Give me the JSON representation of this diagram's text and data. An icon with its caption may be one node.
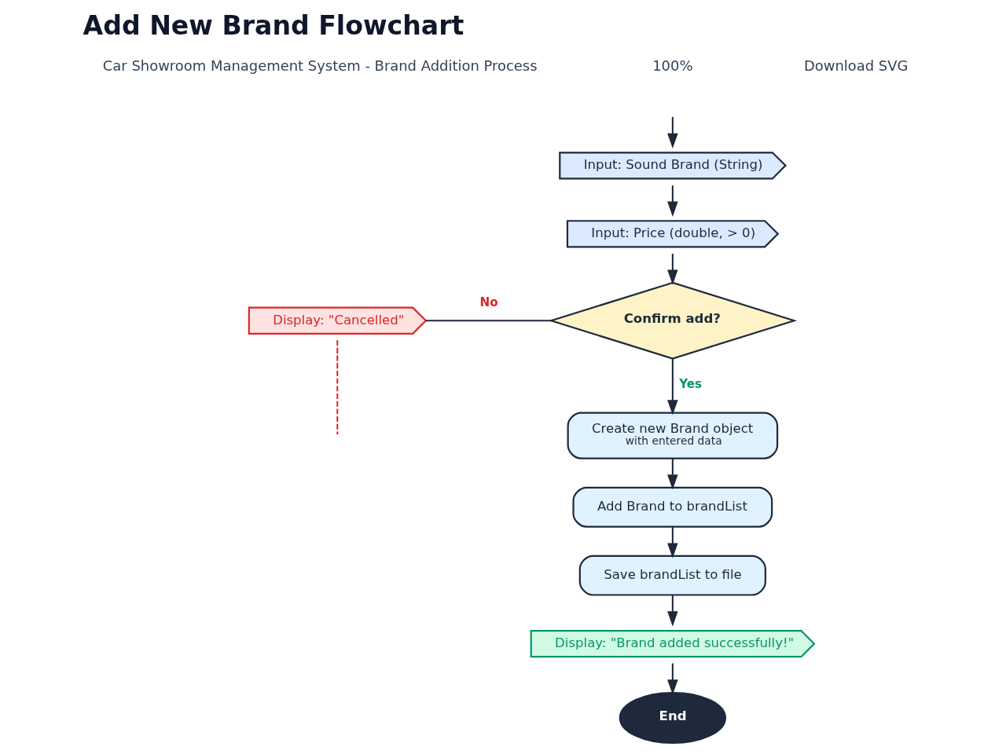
{
  "diagram": {
    "title": "Add New Brand Flowchart",
    "nodes": [
      {
        "text": [
          "Input: Sound Brand (String)"
        ]
      },
      {
        "text": [
          "Input: Price (double, > 0)"
        ]
      },
      {
        "text": [
          "Confirm add?"
        ]
      },
      {
        "text": [
          "Display: \"Cancelled\""
        ]
      },
      {
        "text": [
          "Create new Brand object",
          "with entered data"
        ]
      },
      {
        "text": [
          "Add Brand to brandList"
        ]
      },
      {
        "text": [
          "Save brandList to file"
        ]
      },
      {
        "text": [
          "Display: \"Brand added successfully!\""
        ]
      },
      {
        "text": [
          "End"
        ]
      }
    ],
    "edges": [
      {
        "from": null,
        "to": 0,
        "arrow": "to"
      },
      {
        "from": 0,
        "to": 1,
        "arrow": "to"
      },
      {
        "from": 1,
        "to": 2,
        "arrow": "to"
      },
      {
        "from": 2,
        "to": 3,
        "arrow": "none",
        "label": "No"
      },
      {
        "from": 2,
        "to": 4,
        "arrow": "to",
        "label": "Yes"
      },
      {
        "from": 4,
        "to": 5,
        "arrow": "to"
      },
      {
        "from": 5,
        "to": 6,
        "arrow": "to"
      },
      {
        "from": 6,
        "to": 7,
        "arrow": "to"
      },
      {
        "from": 7,
        "to": 8,
        "arrow": "to"
      },
      {
        "from": 3,
        "to": null,
        "arrow": "none",
        "style": "dashed",
        "color": "#dc2626"
      }
    ],
    "labels": [
      "Car Showroom Management System - Brand Addition Process",
      "100%",
      "Download SVG"
    ]
  }
}
